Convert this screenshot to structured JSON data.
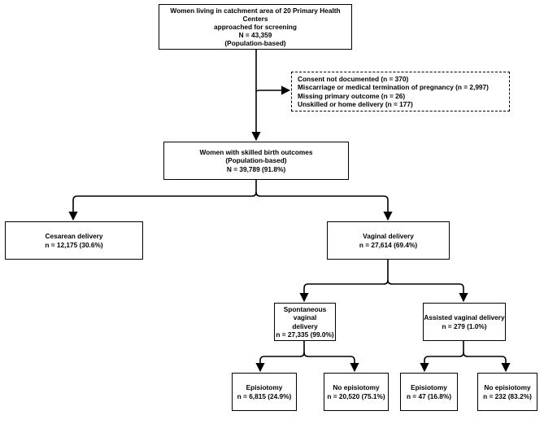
{
  "nodes": {
    "screening": {
      "line1": "Women living in catchment area of 20 Primary Health Centers",
      "line2": "approached for screening",
      "line3": "N = 43,359",
      "line4": "(Population-based)"
    },
    "exclusions": {
      "items": [
        "Consent not documented (n = 370)",
        "Miscarriage or medical termination of pregnancy (n = 2,997)",
        "Missing primary outcome (n = 26)",
        "Unskilled or home delivery (n = 177)"
      ]
    },
    "skilled": {
      "line1": "Women with skilled birth outcomes",
      "line2": "(Population-based)",
      "line3": "N = 39,789 (91.8%)"
    },
    "cesarean": {
      "line1": "Cesarean delivery",
      "line2": "n = 12,175 (30.6%)"
    },
    "vaginal": {
      "line1": "Vaginal delivery",
      "line2": "n = 27,614 (69.4%)"
    },
    "spontaneous": {
      "line1": "Spontaneous vaginal",
      "line2": "delivery",
      "line3": "n = 27,335 (99.0%)"
    },
    "assisted": {
      "line1": "Assisted vaginal delivery",
      "line2": "n = 279 (1.0%)"
    },
    "spont_epi": {
      "line1": "Episiotomy",
      "line2": "n = 6,815 (24.9%)"
    },
    "spont_noepi": {
      "line1": "No episiotomy",
      "line2": "n = 20,520 (75.1%)"
    },
    "assist_epi": {
      "line1": "Episiotomy",
      "line2": "n = 47 (16.8%)"
    },
    "assist_noepi": {
      "line1": "No episiotomy",
      "line2": "n = 232 (83.2%)"
    }
  },
  "edges": [
    {
      "from": "screening",
      "to": "exclusions"
    },
    {
      "from": "screening",
      "to": "skilled"
    },
    {
      "from": "skilled",
      "to": "cesarean"
    },
    {
      "from": "skilled",
      "to": "vaginal"
    },
    {
      "from": "vaginal",
      "to": "spontaneous"
    },
    {
      "from": "vaginal",
      "to": "assisted"
    },
    {
      "from": "spontaneous",
      "to": "spont_epi"
    },
    {
      "from": "spontaneous",
      "to": "spont_noepi"
    },
    {
      "from": "assisted",
      "to": "assist_epi"
    },
    {
      "from": "assisted",
      "to": "assist_noepi"
    }
  ]
}
